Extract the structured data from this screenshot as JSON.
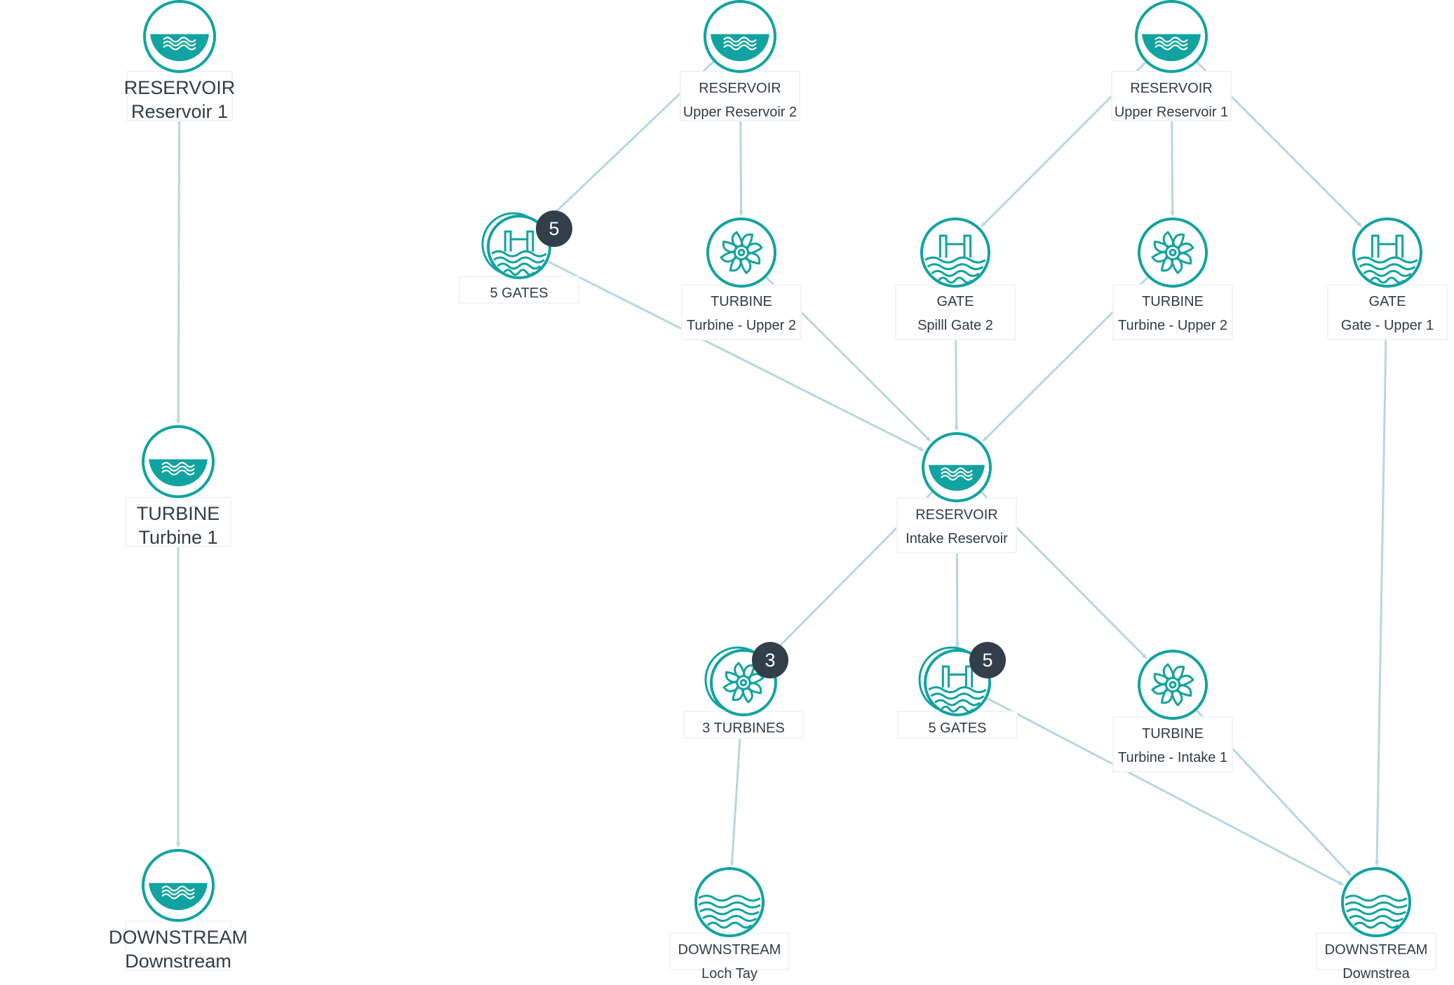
{
  "colors": {
    "accent": "#11a3a0",
    "edge": "#b9d6e2",
    "badge": "#323e4a",
    "text": "#333b42"
  },
  "nodes": [
    {
      "id": "reservoir-1",
      "icon": "reservoir-icon",
      "type_label": "RESERVOIR",
      "name_label": "Reservoir 1"
    },
    {
      "id": "turbine-1",
      "icon": "reservoir-icon",
      "type_label": "TURBINE",
      "name_label": "Turbine 1"
    },
    {
      "id": "downstream-left",
      "icon": "reservoir-icon",
      "type_label": "DOWNSTREAM",
      "name_label": "Downstream"
    },
    {
      "id": "upper-reservoir-2",
      "icon": "reservoir-icon",
      "type_label": "RESERVOIR",
      "name_label": "Upper Reservoir 2"
    },
    {
      "id": "upper-reservoir-1",
      "icon": "reservoir-icon",
      "type_label": "RESERVOIR",
      "name_label": "Upper Reservoir 1"
    },
    {
      "id": "gates-group-upper",
      "icon": "gate-group-icon",
      "type_label": "5 GATES",
      "name_label": "",
      "badge": "5"
    },
    {
      "id": "turbine-upper-2a",
      "icon": "turbine-icon",
      "type_label": "TURBINE",
      "name_label": "Turbine - Upper 2"
    },
    {
      "id": "spill-gate-2",
      "icon": "gate-icon",
      "type_label": "GATE",
      "name_label": "Spilll Gate 2"
    },
    {
      "id": "turbine-upper-2b",
      "icon": "turbine-icon",
      "type_label": "TURBINE",
      "name_label": "Turbine - Upper 2"
    },
    {
      "id": "gate-upper-1",
      "icon": "gate-icon",
      "type_label": "GATE",
      "name_label": "Gate - Upper 1"
    },
    {
      "id": "intake-reservoir",
      "icon": "reservoir-icon",
      "type_label": "RESERVOIR",
      "name_label": "Intake Reservoir"
    },
    {
      "id": "turbines-group",
      "icon": "turbine-group-icon",
      "type_label": "3 TURBINES",
      "name_label": "",
      "badge": "3"
    },
    {
      "id": "gates-group-lower",
      "icon": "gate-group-icon",
      "type_label": "5 GATES",
      "name_label": "",
      "badge": "5"
    },
    {
      "id": "turbine-intake-1",
      "icon": "turbine-icon",
      "type_label": "TURBINE",
      "name_label": "Turbine - Intake 1"
    },
    {
      "id": "downstream-loch-tay",
      "icon": "downstream-icon",
      "type_label": "DOWNSTREAM",
      "name_label": "Loch Tay"
    },
    {
      "id": "downstream-right",
      "icon": "downstream-icon",
      "type_label": "DOWNSTREAM",
      "name_label": "Downstrea"
    }
  ],
  "edges": [
    {
      "from": "reservoir-1",
      "to": "turbine-1"
    },
    {
      "from": "turbine-1",
      "to": "downstream-left"
    },
    {
      "from": "upper-reservoir-2",
      "to": "gates-group-upper"
    },
    {
      "from": "upper-reservoir-2",
      "to": "turbine-upper-2a"
    },
    {
      "from": "upper-reservoir-1",
      "to": "spill-gate-2"
    },
    {
      "from": "upper-reservoir-1",
      "to": "turbine-upper-2b"
    },
    {
      "from": "upper-reservoir-1",
      "to": "gate-upper-1"
    },
    {
      "from": "gates-group-upper",
      "to": "intake-reservoir"
    },
    {
      "from": "turbine-upper-2a",
      "to": "intake-reservoir"
    },
    {
      "from": "spill-gate-2",
      "to": "intake-reservoir"
    },
    {
      "from": "turbine-upper-2b",
      "to": "intake-reservoir"
    },
    {
      "from": "intake-reservoir",
      "to": "turbines-group"
    },
    {
      "from": "intake-reservoir",
      "to": "gates-group-lower"
    },
    {
      "from": "intake-reservoir",
      "to": "turbine-intake-1"
    },
    {
      "from": "turbines-group",
      "to": "downstream-loch-tay"
    },
    {
      "from": "gates-group-lower",
      "to": "downstream-right"
    },
    {
      "from": "turbine-intake-1",
      "to": "downstream-right"
    },
    {
      "from": "gate-upper-1",
      "to": "downstream-right"
    }
  ]
}
